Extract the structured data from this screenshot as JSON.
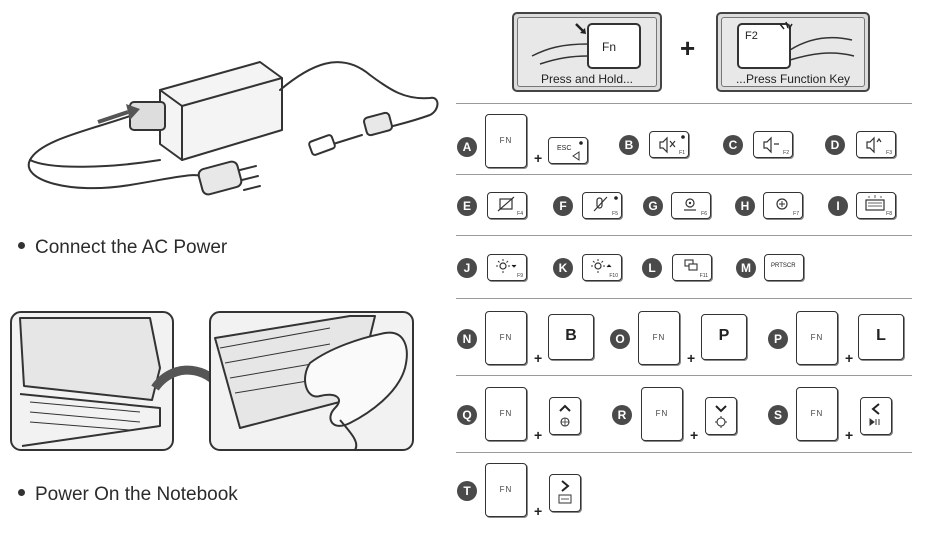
{
  "left": {
    "connect_caption": "Connect the AC Power",
    "power_caption": "Power On the Notebook"
  },
  "top_combo": {
    "press_hold_label": "Press and Hold...",
    "press_fn_label": "...Press Function Key",
    "fn_key_text": "Fn",
    "f2_key_text": "F2",
    "plus": "+"
  },
  "rows": [
    {
      "letter": "A",
      "type": "combo",
      "fn": "FN",
      "key": "ESC",
      "fl": ""
    },
    {
      "letter": "B",
      "type": "single",
      "icon": "mute-icon",
      "fl": "F1"
    },
    {
      "letter": "C",
      "type": "single",
      "icon": "volume-down-icon",
      "fl": "F2"
    },
    {
      "letter": "D",
      "type": "single",
      "icon": "volume-up-icon",
      "fl": "F3"
    },
    {
      "letter": "E",
      "type": "single",
      "icon": "touchpad-off-icon",
      "fl": "F4"
    },
    {
      "letter": "F",
      "type": "single",
      "icon": "mic-mute-icon",
      "fl": "F5"
    },
    {
      "letter": "G",
      "type": "single",
      "icon": "webcam-icon",
      "fl": "F6"
    },
    {
      "letter": "H",
      "type": "single",
      "icon": "airplane-icon",
      "fl": "F7"
    },
    {
      "letter": "I",
      "type": "single",
      "icon": "keyboard-light-icon",
      "fl": "F8"
    },
    {
      "letter": "J",
      "type": "single",
      "icon": "brightness-down-icon",
      "fl": "F9"
    },
    {
      "letter": "K",
      "type": "single",
      "icon": "brightness-up-icon",
      "fl": "F10"
    },
    {
      "letter": "L",
      "type": "single",
      "icon": "display-switch-icon",
      "fl": "F11"
    },
    {
      "letter": "M",
      "type": "single",
      "icon": "",
      "text": "PRTSCR"
    },
    {
      "letter": "N",
      "type": "combo",
      "fn": "FN",
      "key": "B"
    },
    {
      "letter": "O",
      "type": "combo",
      "fn": "FN",
      "key": "P"
    },
    {
      "letter": "P",
      "type": "combo",
      "fn": "FN",
      "key": "L"
    },
    {
      "letter": "Q",
      "type": "combo",
      "fn": "FN",
      "key": "up"
    },
    {
      "letter": "R",
      "type": "combo",
      "fn": "FN",
      "key": "down"
    },
    {
      "letter": "S",
      "type": "combo",
      "fn": "FN",
      "key": "left"
    },
    {
      "letter": "T",
      "type": "combo",
      "fn": "FN",
      "key": "right"
    }
  ]
}
